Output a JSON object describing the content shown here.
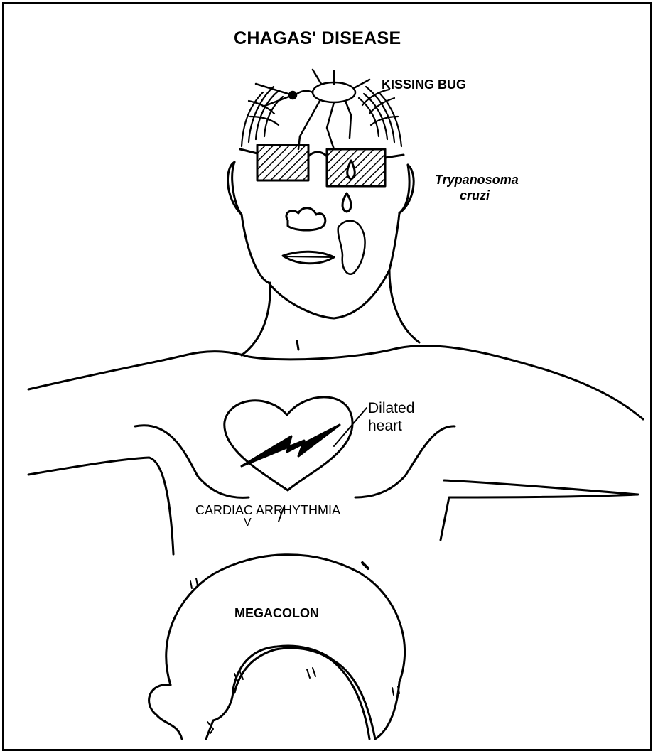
{
  "title": "CHAGAS' DISEASE",
  "labels": {
    "vector": "KISSING BUG",
    "parasite_line1": "Trypanosoma",
    "parasite_line2": "cruzi",
    "heart_line1": "Dilated",
    "heart_line2": "heart",
    "arrhythmia": "CARDIAC ARRHYTHMIA",
    "arrhythmia_mark": "V",
    "colon": "MEGACOLON"
  },
  "colors": {
    "ink": "#000000",
    "background": "#ffffff"
  }
}
